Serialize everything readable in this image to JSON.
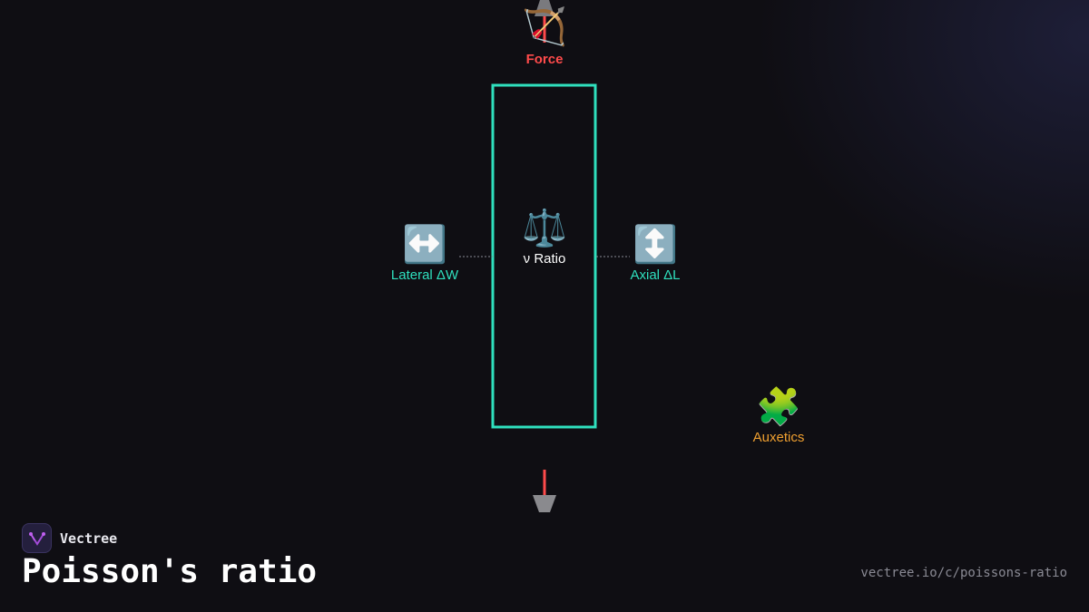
{
  "diagram": {
    "nodes": {
      "force": {
        "icon": "🏹",
        "icon_name": "bow-and-arrow-icon",
        "label": "Force",
        "color": "#ff4b4b"
      },
      "ratio": {
        "icon": "⚖️",
        "icon_name": "balance-scale-icon",
        "label": "ν Ratio",
        "color": "#ffffff"
      },
      "lateral": {
        "icon": "↔️",
        "icon_name": "left-right-arrow-icon",
        "label": "Lateral ΔW",
        "color": "#2fe0be"
      },
      "axial": {
        "icon": "↕️",
        "icon_name": "up-down-arrow-icon",
        "label": "Axial ΔL",
        "color": "#2fe0be"
      },
      "auxetics": {
        "icon": "🧩",
        "icon_name": "puzzle-piece-icon",
        "label": "Auxetics",
        "color": "#f0a030"
      }
    },
    "specimen_color": "#2fe0be",
    "force_arrow_color": "#ff4b4b"
  },
  "footer": {
    "brand": "Vectree",
    "title": "Poisson's ratio",
    "url": "vectree.io/c/poissons-ratio"
  }
}
